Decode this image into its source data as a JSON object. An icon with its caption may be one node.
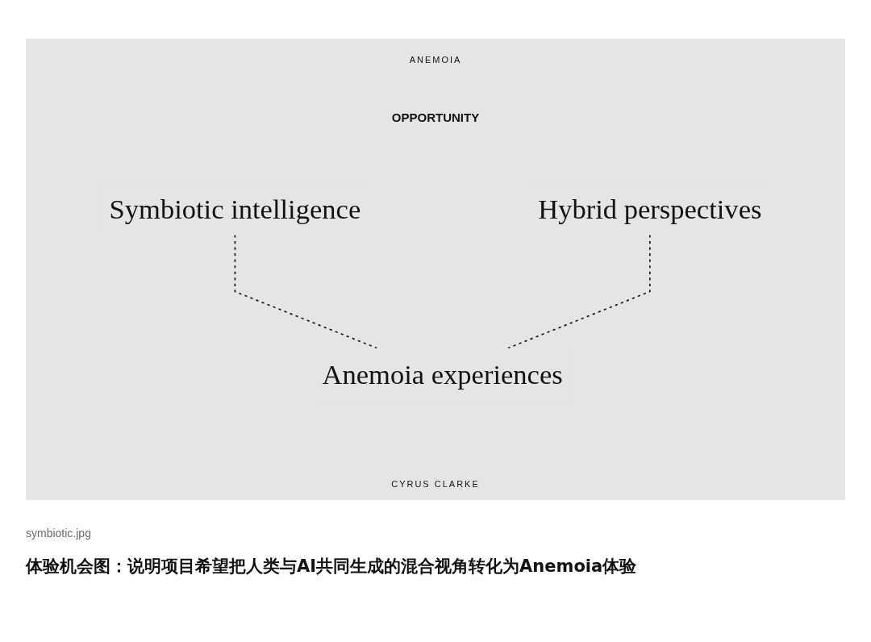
{
  "diagram": {
    "title": "OPPORTUNITY",
    "caption": "体验机会图：说明项目希望把人类与AI共同生成的混合视角转化为Anemoia体验",
    "nodes": [
      {
        "text": [
          "Symbiotic intelligence"
        ]
      },
      {
        "text": [
          "Hybrid perspectives"
        ]
      },
      {
        "text": [
          "Anemoia experiences"
        ]
      }
    ],
    "edges": [
      {
        "from": 0,
        "to": 2,
        "arrow": "none",
        "style": "dashed"
      },
      {
        "from": 1,
        "to": 2,
        "arrow": "none",
        "style": "dashed"
      }
    ],
    "labels": [
      "ANEMOIA",
      "CYRUS CLARKE",
      "symbiotic.jpg"
    ]
  }
}
